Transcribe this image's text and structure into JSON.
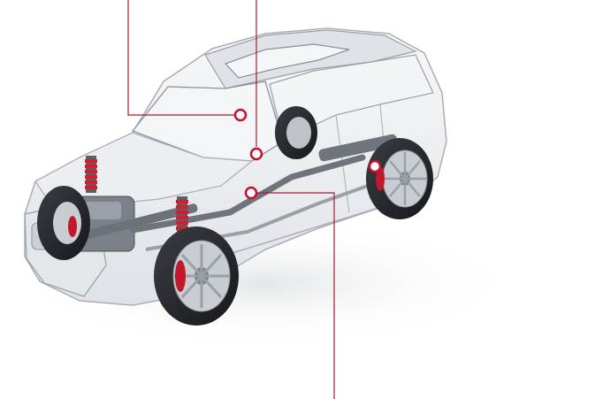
{
  "figure": {
    "subject": "suv-cutaway-illustration",
    "colors": {
      "accent": "#c8102e",
      "line": "#b01a2e",
      "body": "#e9ebee",
      "body_edge": "#a9aeb5",
      "glass": "#f4f6f8",
      "tire": "#2a2c30",
      "rim": "#c9cdd2",
      "spring": "#d11f2f",
      "brake": "#c0192b",
      "mechanics": "#7c8088"
    }
  },
  "hotspots": [
    {
      "id": "windshield",
      "icon": "hotspot-ring-icon"
    },
    {
      "id": "front-pillar",
      "icon": "hotspot-ring-icon"
    },
    {
      "id": "rear-suspension",
      "icon": "hotspot-ring-icon"
    },
    {
      "id": "door-sill",
      "icon": "hotspot-ring-icon"
    }
  ]
}
